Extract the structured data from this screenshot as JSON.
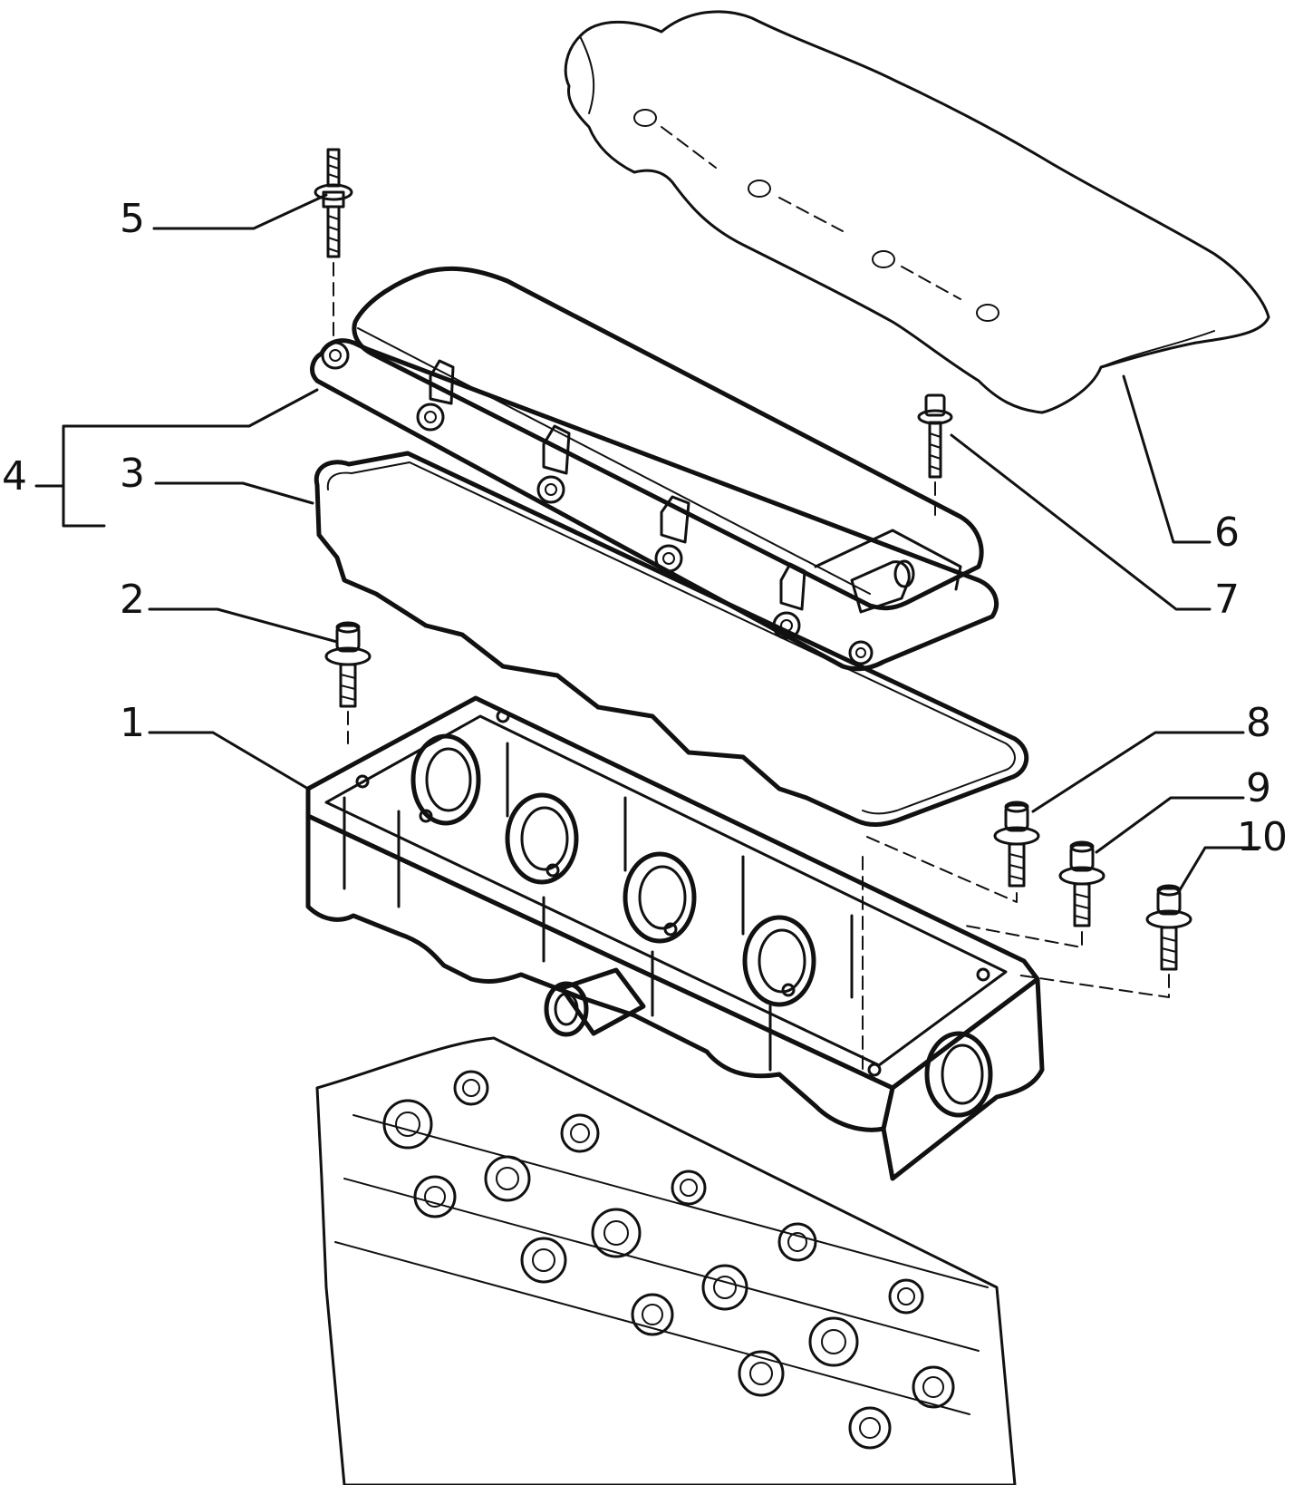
{
  "callouts": [
    {
      "id": "1",
      "label": "1"
    },
    {
      "id": "2",
      "label": "2"
    },
    {
      "id": "3",
      "label": "3"
    },
    {
      "id": "4",
      "label": "4"
    },
    {
      "id": "5",
      "label": "5"
    },
    {
      "id": "6",
      "label": "6"
    },
    {
      "id": "7",
      "label": "7"
    },
    {
      "id": "8",
      "label": "8"
    },
    {
      "id": "9",
      "label": "9"
    },
    {
      "id": "10",
      "label": "10"
    }
  ],
  "colors": {
    "ink": "#111111",
    "paper": "#ffffff",
    "cover_dots": "#1a1a1a"
  },
  "icons": [
    "stud-bolt-icon",
    "flange-bolt-icon",
    "rocker-cover-icon",
    "cover-gasket-icon",
    "camshaft-carrier-icon",
    "heat-shield-icon",
    "cylinder-head-icon"
  ]
}
